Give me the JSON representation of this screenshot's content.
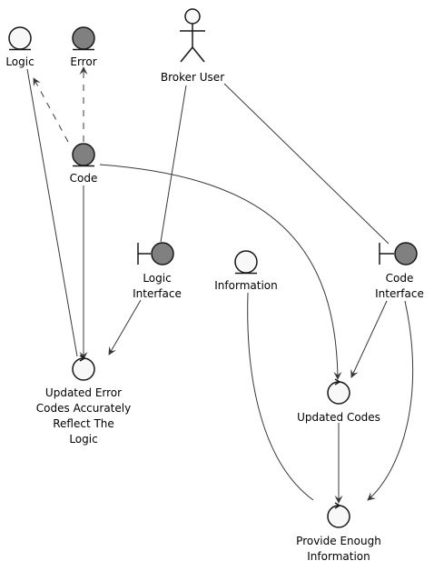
{
  "diagram": {
    "nodes": {
      "logic": {
        "lines": [
          "Logic"
        ],
        "kind": "entity-light"
      },
      "error": {
        "lines": [
          "Error"
        ],
        "kind": "entity-dark"
      },
      "broker_user": {
        "lines": [
          "Broker User"
        ],
        "kind": "actor"
      },
      "code": {
        "lines": [
          "Code"
        ],
        "kind": "entity-dark"
      },
      "logic_interface": {
        "lines": [
          "Logic",
          "Interface"
        ],
        "kind": "boundary-dark"
      },
      "information": {
        "lines": [
          "Information"
        ],
        "kind": "entity-light"
      },
      "code_interface": {
        "lines": [
          "Code",
          "Interface"
        ],
        "kind": "boundary-dark"
      },
      "updated_error_codes": {
        "lines": [
          "Updated Error",
          "Codes Accurately",
          "Reflect The",
          "Logic"
        ],
        "kind": "control-light"
      },
      "updated_codes": {
        "lines": [
          "Updated Codes"
        ],
        "kind": "control-light"
      },
      "provide_enough_information": {
        "lines": [
          "Provide Enough",
          "Information"
        ],
        "kind": "control-light"
      }
    },
    "edges": [
      {
        "from": "code",
        "to": "logic",
        "style": "dashed",
        "arrow": true
      },
      {
        "from": "code",
        "to": "error",
        "style": "dashed",
        "arrow": true
      },
      {
        "from": "logic",
        "to": "updated_error_codes",
        "style": "solid",
        "arrow": false
      },
      {
        "from": "code",
        "to": "updated_error_codes",
        "style": "solid",
        "arrow": true
      },
      {
        "from": "logic_interface",
        "to": "updated_error_codes",
        "style": "solid",
        "arrow": true
      },
      {
        "from": "broker_user",
        "to": "logic_interface",
        "style": "solid",
        "arrow": false
      },
      {
        "from": "broker_user",
        "to": "code_interface",
        "style": "solid",
        "arrow": false
      },
      {
        "from": "code",
        "to": "updated_codes",
        "style": "solid",
        "arrow": true
      },
      {
        "from": "code_interface",
        "to": "updated_codes",
        "style": "solid",
        "arrow": true
      },
      {
        "from": "code_interface",
        "to": "provide_enough_information",
        "style": "solid",
        "arrow": true
      },
      {
        "from": "updated_codes",
        "to": "provide_enough_information",
        "style": "solid",
        "arrow": true
      },
      {
        "from": "information",
        "to": "provide_enough_information",
        "style": "solid",
        "arrow": false
      }
    ],
    "colors": {
      "light_fill": "#f8f8f8",
      "dark_fill": "#808080",
      "stroke": "#181818",
      "edge": "#383838",
      "background": "#ffffff"
    }
  }
}
